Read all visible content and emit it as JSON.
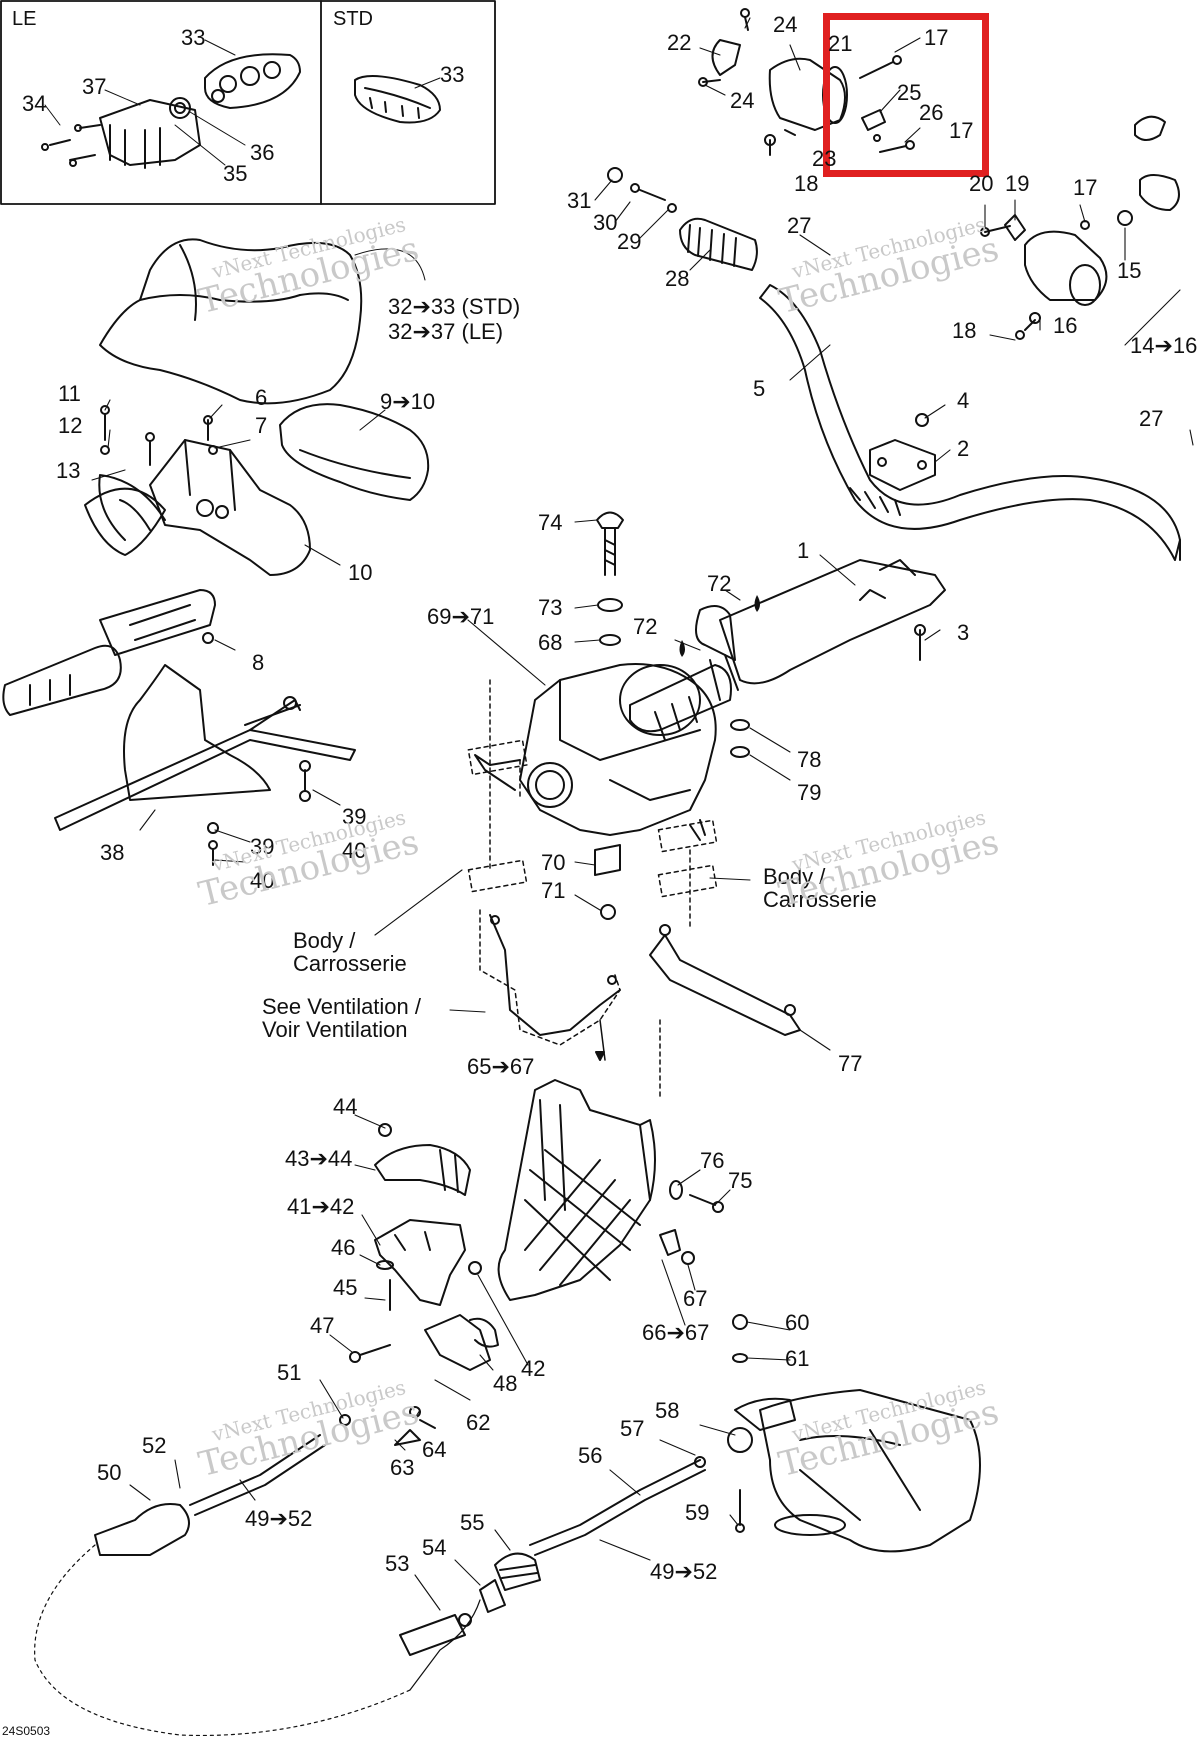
{
  "diagram": {
    "reference_code": "24S0503",
    "highlight_color": "#e02020",
    "inset_left_header": "LE",
    "inset_right_header": "STD",
    "watermark_line1": "vNext Technologies",
    "watermark_line2": "Technologies",
    "labels": {
      "l33a": "33",
      "l37": "37",
      "l34": "34",
      "l36": "36",
      "l35": "35",
      "l33b": "33",
      "l22": "22",
      "l24a": "24",
      "l24b": "24",
      "l21": "21",
      "l23": "23",
      "l18a": "18",
      "l17a": "17",
      "l25": "25",
      "l26": "26",
      "l17b": "17",
      "l31": "31",
      "l30": "30",
      "l29": "29",
      "l28": "28",
      "l27a": "27",
      "l20": "20",
      "l19": "19",
      "l17c": "17",
      "l15": "15",
      "l16": "16",
      "l18b": "18",
      "l14_16": "14➔16",
      "l32_33": "32➔33 (STD)",
      "l32_37": "32➔37 (LE)",
      "l5": "5",
      "l4": "4",
      "l2": "2",
      "l27b": "27",
      "l11": "11",
      "l12": "12",
      "l13": "13",
      "l6": "6",
      "l7": "7",
      "l9_10": "9➔10",
      "l10": "10",
      "l8": "8",
      "l74": "74",
      "l73": "73",
      "l68": "68",
      "l69_71": "69➔71",
      "l72a": "72",
      "l72b": "72",
      "l1": "1",
      "l3": "3",
      "l78": "78",
      "l79": "79",
      "l39a": "39",
      "l40a": "40",
      "l39b": "39",
      "l40b": "40",
      "l38": "38",
      "l70": "70",
      "l71": "71",
      "body_left_1": "Body /",
      "body_left_2": "Carrosserie",
      "body_right_1": "Body /",
      "body_right_2": "Carrosserie",
      "vent_1": "See Ventilation /",
      "vent_2": "Voir Ventilation",
      "l77": "77",
      "l65_67": "65➔67",
      "l44": "44",
      "l43_44": "43➔44",
      "l41_42": "41➔42",
      "l46": "46",
      "l45": "45",
      "l47": "47",
      "l76": "76",
      "l75": "75",
      "l67": "67",
      "l66_67": "66➔67",
      "l42": "42",
      "l48": "48",
      "l60": "60",
      "l61": "61",
      "l51": "51",
      "l62": "62",
      "l64": "64",
      "l63": "63",
      "l52": "52",
      "l50": "50",
      "l49_52a": "49➔52",
      "l58": "58",
      "l57": "57",
      "l56": "56",
      "l59": "59",
      "l55": "55",
      "l54": "54",
      "l53": "53",
      "l49_52b": "49➔52"
    }
  }
}
